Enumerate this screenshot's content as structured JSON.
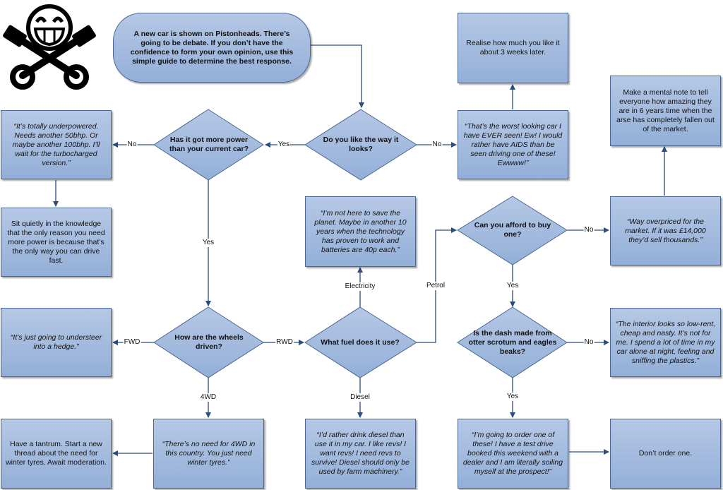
{
  "start": {
    "text": "A new car is shown on Pistonheads. There’s going to be debate. If you don’t have the confidence to form your own opinion, use this simple guide to determine the best response."
  },
  "decisions": {
    "like_looks": "Do you like the way it looks?",
    "more_power": "Has it got more power than your current car?",
    "wheels": "How are the wheels driven?",
    "fuel": "What fuel does it use?",
    "afford": "Can you afford to buy one?",
    "dash": "Is the dash made from otter scrotum and eagles beaks?"
  },
  "boxes": {
    "realise": "Realise how much you like it about 3 weeks later.",
    "worst_looking": "“That’s the worst looking car I have EVER seen! Ew! I would rather have AIDS than be seen driving one of these! Ewwww!”",
    "mental_note": "Make a mental note to tell everyone how amazing they are in 6 years time when the arse has completely fallen out of the market.",
    "underpowered": "“It’s totally underpowered. Needs another 50bhp. Or maybe another 100bhp. I’ll wait for the turbocharged version.”",
    "sit_quietly": "Sit quietly in the knowledge that the only reason you need more power is because that’s the only way you can drive fast.",
    "planet": "“I’m not here to save the planet. Maybe in another 10 years when the technology has proven to work and batteries are 40p each.”",
    "overpriced": "“Way overpriced for the market. If it was £14,000 they’d sell thousands.”",
    "understeer": "“It’s just going to understeer into a hedge.”",
    "interior": "“The interior looks so low-rent, cheap and nasty. It’s not for me. I spend a lot of time in my car alone at night, feeling and sniffing  the plastics.”",
    "tantrum": "Have a tantrum. Start a new thread about the need for winter tyres. Await moderation.",
    "no_4wd": "“There’s no need for 4WD in this country. You just need winter tyres.”",
    "diesel": "“I’d rather drink diesel than use it in my car. I like revs! I want revs! I need revs to survive! Diesel should only be used by farm machinery.”",
    "test_drive": "“I’m going to order one of these! I have a test drive booked this weekend with a dealer and I am literally soiling myself at the prospect!”",
    "dont_order": "Don’t order one."
  },
  "labels": {
    "yes_looks": "Yes",
    "no_looks": "No",
    "no_power": "No",
    "yes_power": "Yes",
    "fwd": "FWD",
    "rwd": "RWD",
    "awd": "4WD",
    "electricity": "Electricity",
    "petrol": "Petrol",
    "diesel": "Diesel",
    "no_afford": "No",
    "yes_afford": "Yes",
    "no_dash": "No",
    "yes_dash": "Yes"
  },
  "logo": {
    "icon": "grinning-smiley-crossed-pistons-icon"
  },
  "colors": {
    "fill_top": "#b5c8e5",
    "fill_bottom": "#93afd8",
    "border": "#4a6794",
    "arrow": "#2b4c7e"
  }
}
